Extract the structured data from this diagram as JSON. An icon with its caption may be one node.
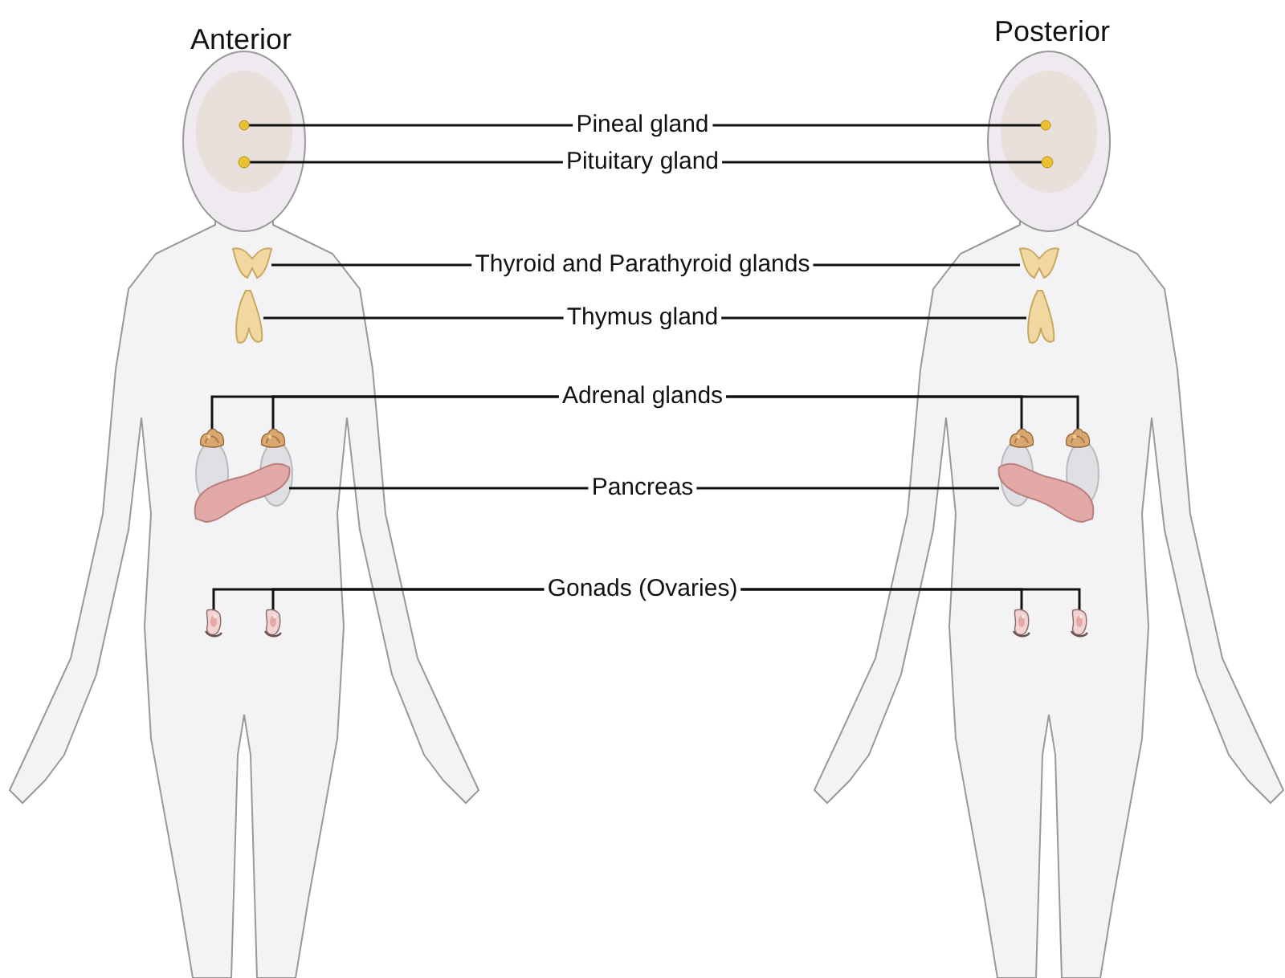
{
  "diagram": {
    "nodes": [
      {
        "text": [
          "Pineal gland"
        ]
      },
      {
        "text": [
          "Pituitary gland"
        ]
      },
      {
        "text": [
          "Thyroid and Parathyroid glands"
        ]
      },
      {
        "text": [
          "Thymus gland"
        ]
      },
      {
        "text": [
          "Adrenal glands"
        ]
      },
      {
        "text": [
          "Pancreas"
        ]
      },
      {
        "text": [
          "Gonads (Ovaries)"
        ]
      },
      {
        "text": [],
        "shape": "circle"
      },
      {
        "text": [],
        "shape": "circle"
      },
      {
        "text": [],
        "shape": "circle"
      },
      {
        "text": [],
        "shape": "circle"
      },
      {
        "text": [],
        "shape": "picture"
      },
      {
        "text": [],
        "shape": "picture"
      },
      {
        "text": [],
        "shape": "picture"
      },
      {
        "text": [],
        "shape": "picture"
      },
      {
        "text": [],
        "shape": "picture"
      },
      {
        "text": [],
        "shape": "picture"
      },
      {
        "text": [],
        "shape": "picture"
      },
      {
        "text": [],
        "shape": "picture"
      },
      {
        "text": [],
        "shape": "picture"
      },
      {
        "text": [],
        "shape": "picture"
      },
      {
        "text": [],
        "shape": "picture"
      },
      {
        "text": [],
        "shape": "picture"
      },
      {
        "text": [],
        "shape": "picture"
      },
      {
        "text": [],
        "shape": "picture"
      }
    ],
    "edges": [
      {
        "from": 0,
        "to": 7,
        "arrow": "none"
      },
      {
        "from": 0,
        "to": 8,
        "arrow": "none"
      },
      {
        "from": 1,
        "to": 9,
        "arrow": "none"
      },
      {
        "from": 1,
        "to": 10,
        "arrow": "none"
      },
      {
        "from": 2,
        "to": 11,
        "arrow": "none"
      },
      {
        "from": 2,
        "to": 12,
        "arrow": "none"
      },
      {
        "from": 3,
        "to": 13,
        "arrow": "none"
      },
      {
        "from": 3,
        "to": 14,
        "arrow": "none"
      },
      {
        "from": 4,
        "to": 15,
        "arrow": "none"
      },
      {
        "from": 4,
        "to": 16,
        "arrow": "none"
      },
      {
        "from": 4,
        "to": 17,
        "arrow": "none"
      },
      {
        "from": 4,
        "to": 18,
        "arrow": "none"
      },
      {
        "from": 5,
        "to": 19,
        "arrow": "none"
      },
      {
        "from": 5,
        "to": 20,
        "arrow": "none"
      },
      {
        "from": 6,
        "to": 21,
        "arrow": "none"
      },
      {
        "from": 6,
        "to": 22,
        "arrow": "none"
      },
      {
        "from": 6,
        "to": 23,
        "arrow": "none"
      },
      {
        "from": 6,
        "to": 24,
        "arrow": "none"
      }
    ],
    "labels": [
      "Anterior",
      "Posterior"
    ]
  }
}
